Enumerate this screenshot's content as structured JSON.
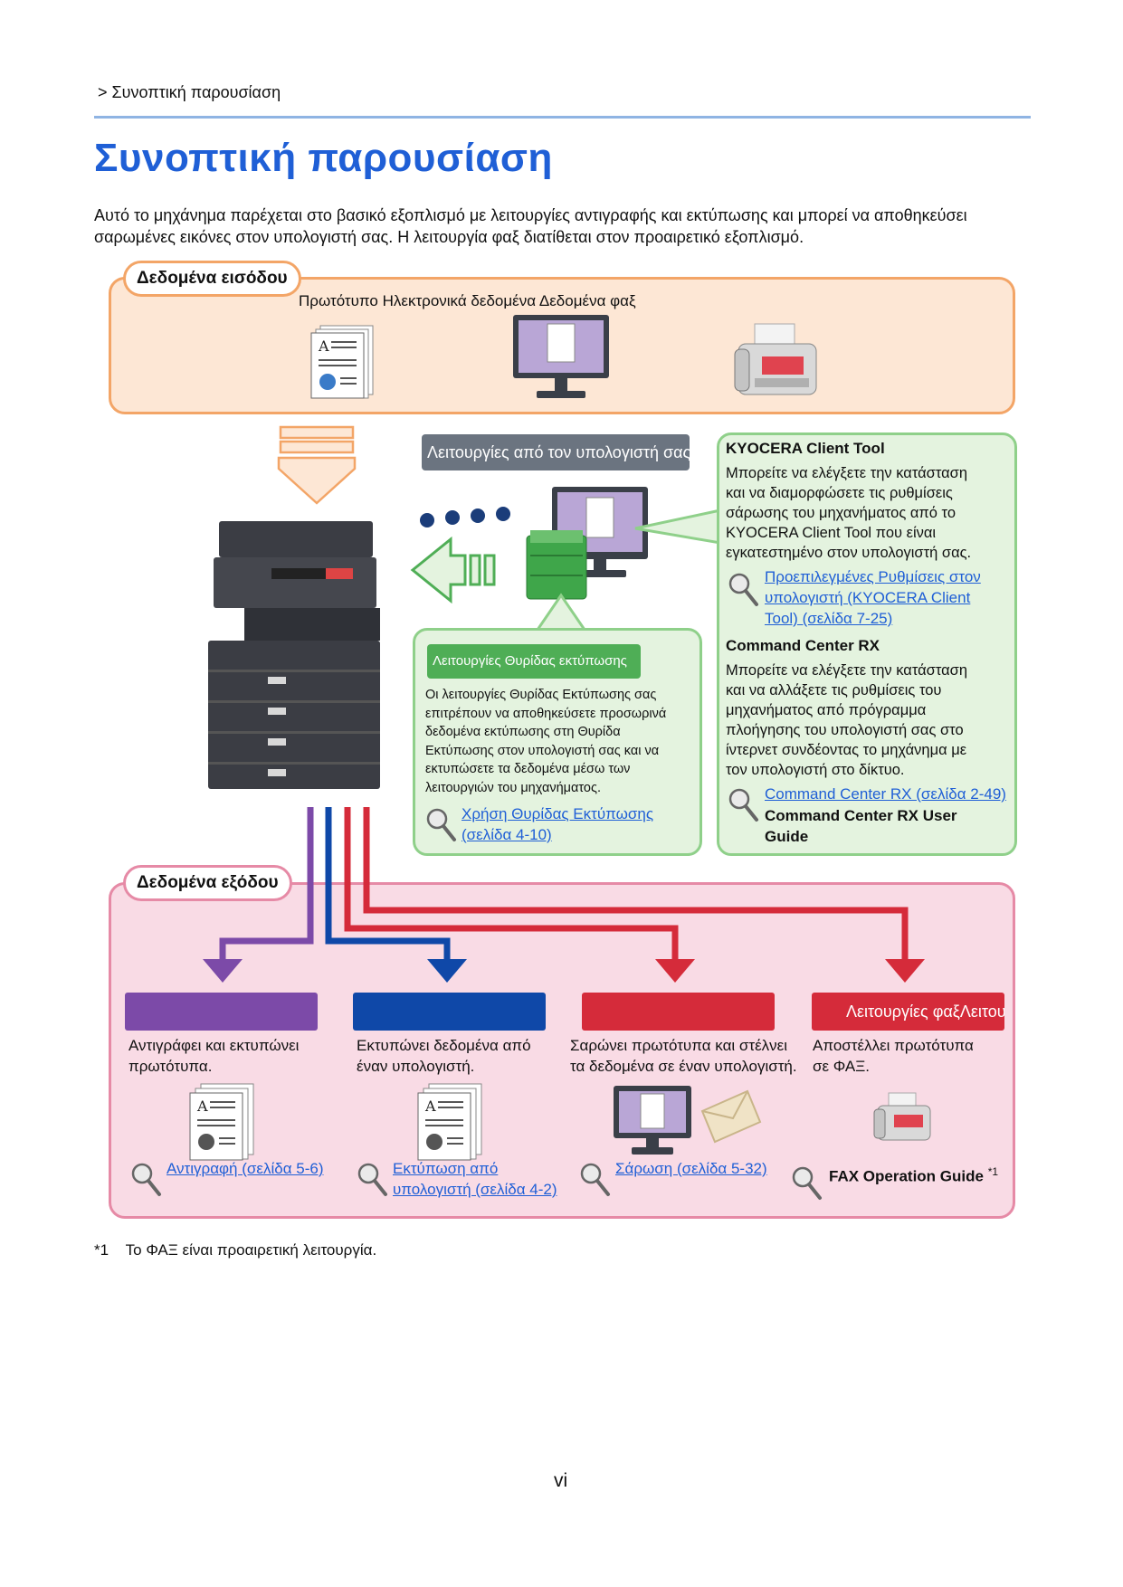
{
  "breadcrumb": "> Συνοπτική παρουσίαση",
  "title": "Συνοπτική παρουσίαση",
  "intro": "Αυτό το μηχάνημα παρέχεται στο βασικό εξοπλισμό με λειτουργίες αντιγραφής και εκτύπωσης και μπορεί να αποθηκεύσει σαρωμένες εικόνες στον υπολογιστή σας. Η λειτουργία φαξ διατίθεται στον προαιρετικό εξοπλισμό.",
  "input_section": {
    "label": "Δεδομένα εισόδου",
    "items_text": "Πρωτότυπο Ηλεκτρονικά δεδομένα Δεδομένα φαξ"
  },
  "pc_functions_label": "Λειτουργίες από τον υπολογιστή σας",
  "document_box": {
    "label": "Λειτουργίες Θυρίδας εκτύπωσης",
    "text_lines": [
      "Οι λειτουργίες Θυρίδας Εκτύπωσης σας",
      "επιτρέπουν να αποθηκεύσετε προσωρινά",
      "δεδομένα εκτύπωσης στη Θυρίδα",
      "Εκτύπωσης στον υπολογιστή σας και να",
      "εκτυπώσετε τα δεδομένα μέσω των",
      "λειτουργιών του μηχανήματος."
    ],
    "link_lines": [
      "Χρήση Θυρίδας Εκτύπωσης",
      "(σελίδα 4-10)"
    ]
  },
  "kyocera": {
    "heading": "KYOCERA Client Tool",
    "text_lines": [
      "Μπορείτε να ελέγξετε την κατάσταση",
      "και να διαμορφώσετε τις ρυθμίσεις",
      "σάρωσης του μηχανήματος από το",
      "KYOCERA Client Tool που είναι",
      "εγκατεστημένο στον υπολογιστή σας."
    ],
    "link_lines": [
      "Προεπιλεγμένες Ρυθμίσεις στον",
      "υπολογιστή (KYOCERA Client",
      "Tool) (σελίδα 7-25)"
    ]
  },
  "command_center": {
    "heading": "Command Center RX",
    "text_lines": [
      "Μπορείτε να ελέγξετε την κατάσταση",
      "και να αλλάξετε τις ρυθμίσεις του",
      "μηχανήματος από πρόγραμμα",
      "πλοήγησης του υπολογιστή σας στο",
      "ίντερνετ  συνδέοντας το μηχάνημα με",
      "τον υπολογιστή στο δίκτυο."
    ],
    "link": "Command Center RX (σελίδα 2-49)",
    "guide_lines": [
      "Command Center RX User",
      "Guide"
    ]
  },
  "output_section": {
    "label": "Δεδομένα εξόδου",
    "columns": [
      {
        "bar_label": "",
        "caption_lines": [
          "Αντιγράφει και εκτυπώνει",
          "πρωτότυπα."
        ],
        "link_lines": [
          "Αντιγραφή (σελίδα 5-6)"
        ]
      },
      {
        "bar_label": "",
        "caption_lines": [
          "Εκτυπώνει δεδομένα από",
          "έναν υπολογιστή."
        ],
        "link_lines": [
          "Εκτύπωση από",
          "υπολογιστή (σελίδα 4-2)"
        ]
      },
      {
        "bar_label": "",
        "caption_lines": [
          "Σαρώνει πρωτότυπα και στέλνει",
          "τα δεδομένα σε έναν υπολογιστή."
        ],
        "link_lines": [
          "Σάρωση (σελίδα 5-32)"
        ]
      },
      {
        "bar_label": "Λειτουργίες φαξΛειτου",
        "caption_lines": [
          "Αποστέλλει πρωτότυπα",
          "σε ΦΑΞ."
        ],
        "guide": "FAX Operation Guide",
        "guide_sup": "*1"
      }
    ]
  },
  "footnote": "*1    Το ΦΑΞ είναι προαιρετική λειτουργία.",
  "page_number": "vi",
  "colors": {
    "title_blue": "#1f5fd6",
    "input_orange": "#f3a567",
    "output_pink": "#e68aa6",
    "green": "#4fae56",
    "purple": "#7c4aa8",
    "blue": "#0f48a8",
    "red": "#d52b3a"
  }
}
